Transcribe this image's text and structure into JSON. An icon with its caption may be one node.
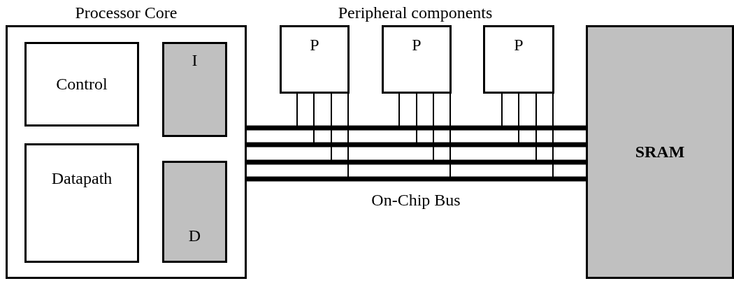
{
  "diagram": {
    "nodes": [
      {
        "text": [
          "Processor Core"
        ]
      },
      {
        "text": [
          "Control"
        ],
        "in": 0
      },
      {
        "text": [
          "I"
        ],
        "in": 0
      },
      {
        "text": [
          "Datapath"
        ],
        "in": 0
      },
      {
        "text": [
          "D"
        ],
        "in": 0
      },
      {
        "text": [
          "P"
        ]
      },
      {
        "text": [
          "P"
        ]
      },
      {
        "text": [
          "P"
        ]
      },
      {
        "text": [
          "SRAM"
        ]
      }
    ],
    "edges": [
      {
        "from": 0,
        "to": 8,
        "arrow": "none",
        "style": "thick"
      },
      {
        "from": 0,
        "to": 8,
        "arrow": "none",
        "style": "thick"
      },
      {
        "from": 0,
        "to": 8,
        "arrow": "none",
        "style": "thick"
      },
      {
        "from": 0,
        "to": 8,
        "arrow": "none",
        "style": "thick"
      },
      {
        "from": 5,
        "to": null,
        "arrow": "none"
      },
      {
        "from": 5,
        "to": null,
        "arrow": "none"
      },
      {
        "from": 5,
        "to": null,
        "arrow": "none"
      },
      {
        "from": 5,
        "to": null,
        "arrow": "none"
      },
      {
        "from": 6,
        "to": null,
        "arrow": "none"
      },
      {
        "from": 6,
        "to": null,
        "arrow": "none"
      },
      {
        "from": 6,
        "to": null,
        "arrow": "none"
      },
      {
        "from": 6,
        "to": null,
        "arrow": "none"
      },
      {
        "from": 7,
        "to": null,
        "arrow": "none"
      },
      {
        "from": 7,
        "to": null,
        "arrow": "none"
      },
      {
        "from": 7,
        "to": null,
        "arrow": "none"
      },
      {
        "from": 7,
        "to": null,
        "arrow": "none"
      }
    ],
    "labels": [
      "Peripheral components",
      "On-Chip Bus"
    ]
  }
}
